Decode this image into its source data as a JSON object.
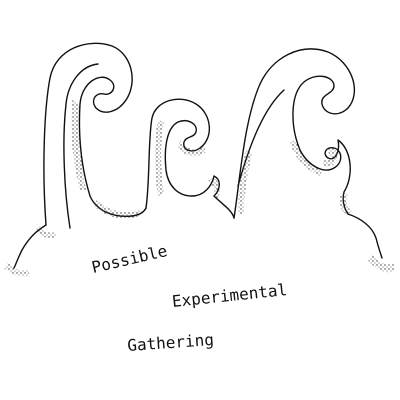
{
  "logo": {
    "words": [
      "Possible",
      "Experimental",
      "Gathering"
    ],
    "ink_color": "#111111",
    "background_color": "#ffffff"
  }
}
